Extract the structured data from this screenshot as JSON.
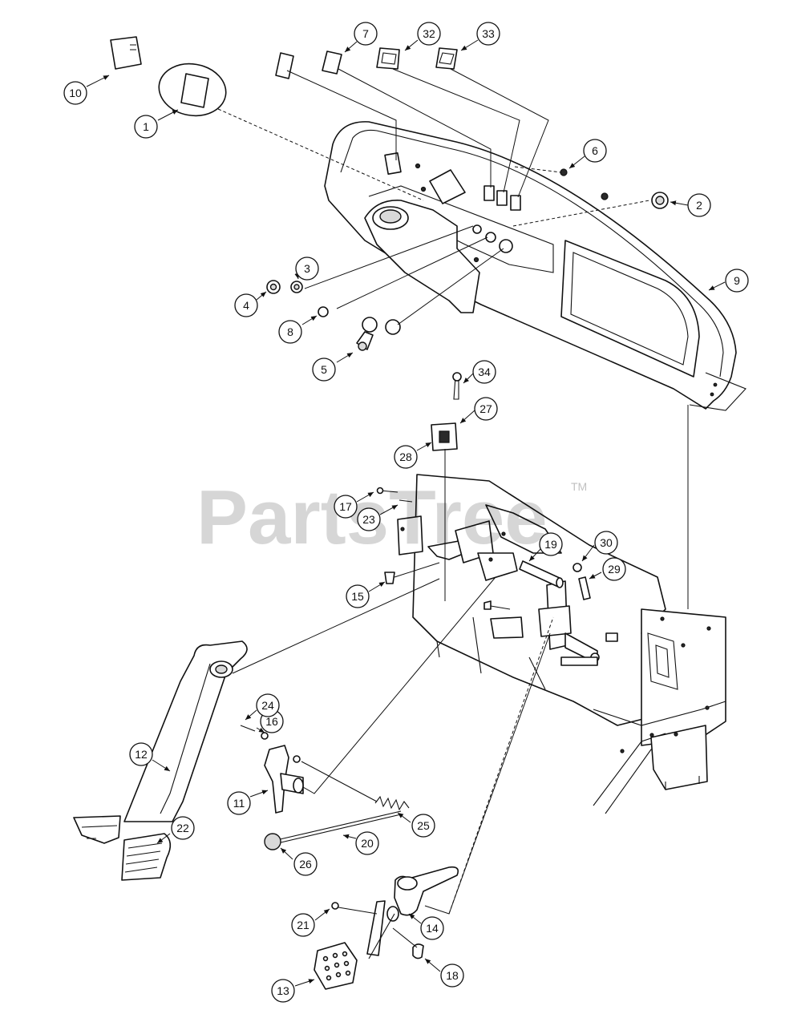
{
  "watermark": {
    "text": "PartsTree",
    "trademark": "TM"
  },
  "callouts": {
    "c1": "1",
    "c2": "2",
    "c3": "3",
    "c4": "4",
    "c5": "5",
    "c6": "6",
    "c7": "7",
    "c8": "8",
    "c9": "9",
    "c10": "10",
    "c11": "11",
    "c12": "12",
    "c13": "13",
    "c14": "14",
    "c15": "15",
    "c16": "16",
    "c17": "17",
    "c18": "18",
    "c19": "19",
    "c20": "20",
    "c21": "21",
    "c22": "22",
    "c23": "23",
    "c24": "24",
    "c25": "25",
    "c26": "26",
    "c27": "27",
    "c28": "28",
    "c29": "29",
    "c30": "30",
    "c32": "32",
    "c33": "33",
    "c34": "34"
  }
}
